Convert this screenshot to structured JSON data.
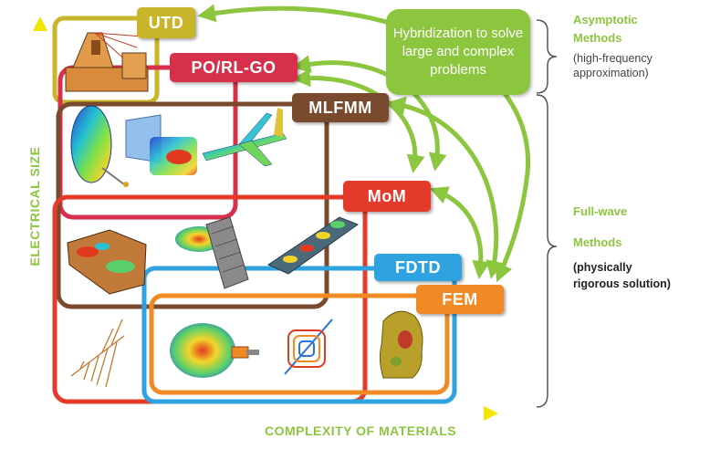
{
  "methods": {
    "utd": "UTD",
    "po": "PO/RL-GO",
    "mlfmm": "MLFMM",
    "mom": "MoM",
    "fdtd": "FDTD",
    "fem": "FEM"
  },
  "hybrid_note": "Hybridization to solve large and complex problems",
  "right_panel": {
    "asymptotic_title_1": "Asymptotic",
    "asymptotic_title_2": "Methods",
    "asymptotic_sub_1": "(high-frequency",
    "asymptotic_sub_2": "approximation)",
    "fullwave_title_1": "Full-wave",
    "fullwave_title_2": "Methods",
    "fullwave_sub_1": "(physically",
    "fullwave_sub_2": "rigorous solution)"
  },
  "axes": {
    "y_label": "ELECTRICAL SIZE",
    "x_label": "COMPLEXITY OF MATERIALS"
  },
  "colors": {
    "utd": "#c9b52a",
    "po": "#d6304a",
    "mlfmm": "#7a4a2e",
    "mom": "#e43a2a",
    "fdtd": "#2ea3e0",
    "fem": "#f08a24",
    "green": "#8cc63f",
    "yellow": "#f2e500"
  },
  "illustrations": [
    "antenna-tower-illustration",
    "reflector-antenna-illustration",
    "horn-field-illustration",
    "aircraft-illustration",
    "building-floorplan-illustration",
    "phased-array-illustration",
    "radiating-panel-illustration",
    "log-periodic-antenna-illustration",
    "radiation-pattern-illustration",
    "rfid-coil-illustration",
    "human-head-model-illustration"
  ]
}
